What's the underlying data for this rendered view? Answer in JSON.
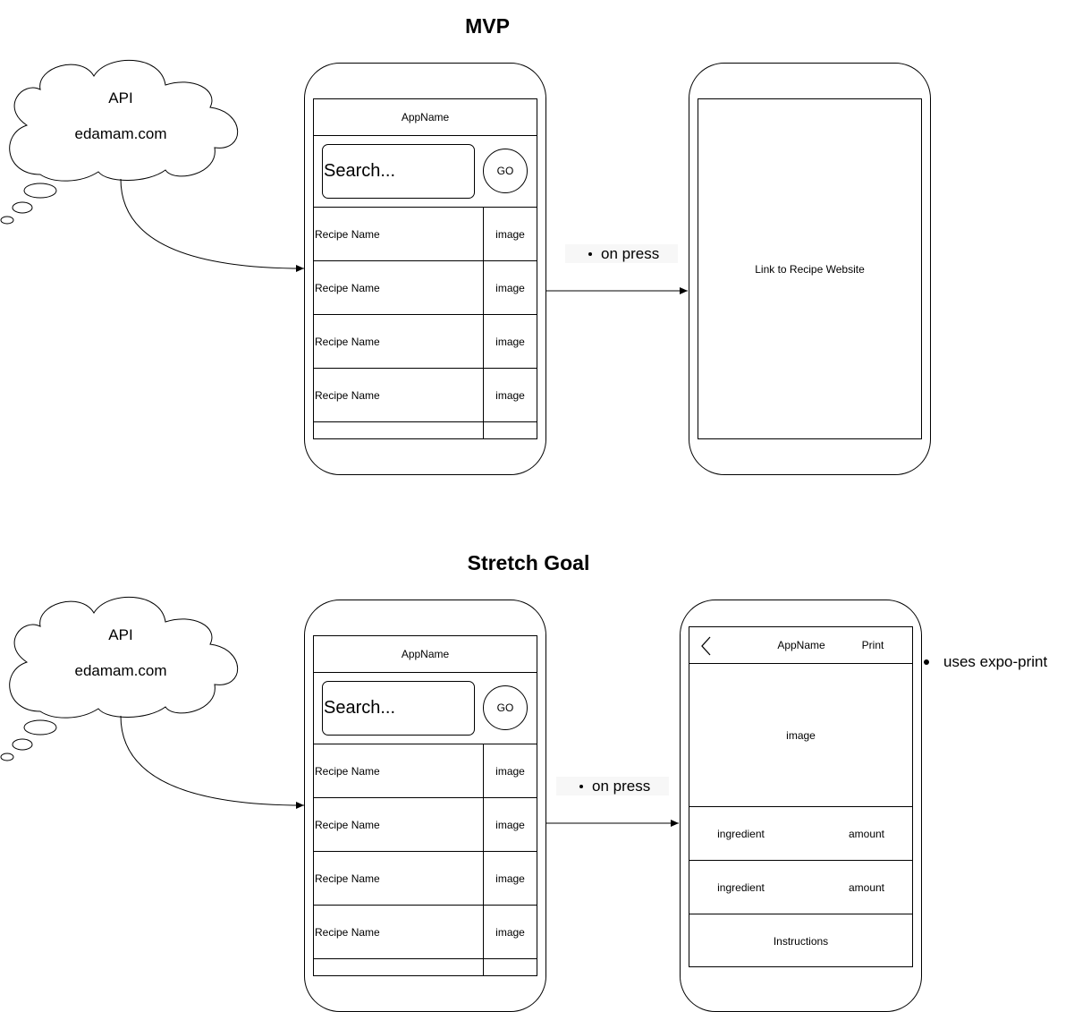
{
  "titles": {
    "mvp": "MVP",
    "stretch": "Stretch Goal"
  },
  "cloud": {
    "line1": "API",
    "line2": "edamam.com"
  },
  "list_screen": {
    "app_name": "AppName",
    "search_placeholder": "Search...",
    "go_label": "GO",
    "rows": [
      {
        "name": "Recipe Name",
        "image": "image"
      },
      {
        "name": "Recipe Name",
        "image": "image"
      },
      {
        "name": "Recipe Name",
        "image": "image"
      },
      {
        "name": "Recipe Name",
        "image": "image"
      }
    ]
  },
  "mvp_detail": {
    "text": "Link to Recipe Website"
  },
  "transition_label": "on press",
  "stretch_detail": {
    "back_icon": "chevron-left-icon",
    "app_name": "AppName",
    "print_label": "Print",
    "image_label": "image",
    "ingredients": [
      {
        "ingredient": "ingredient",
        "amount": "amount"
      },
      {
        "ingredient": "ingredient",
        "amount": "amount"
      }
    ],
    "instructions": "Instructions"
  },
  "expo_note": "uses expo-print"
}
